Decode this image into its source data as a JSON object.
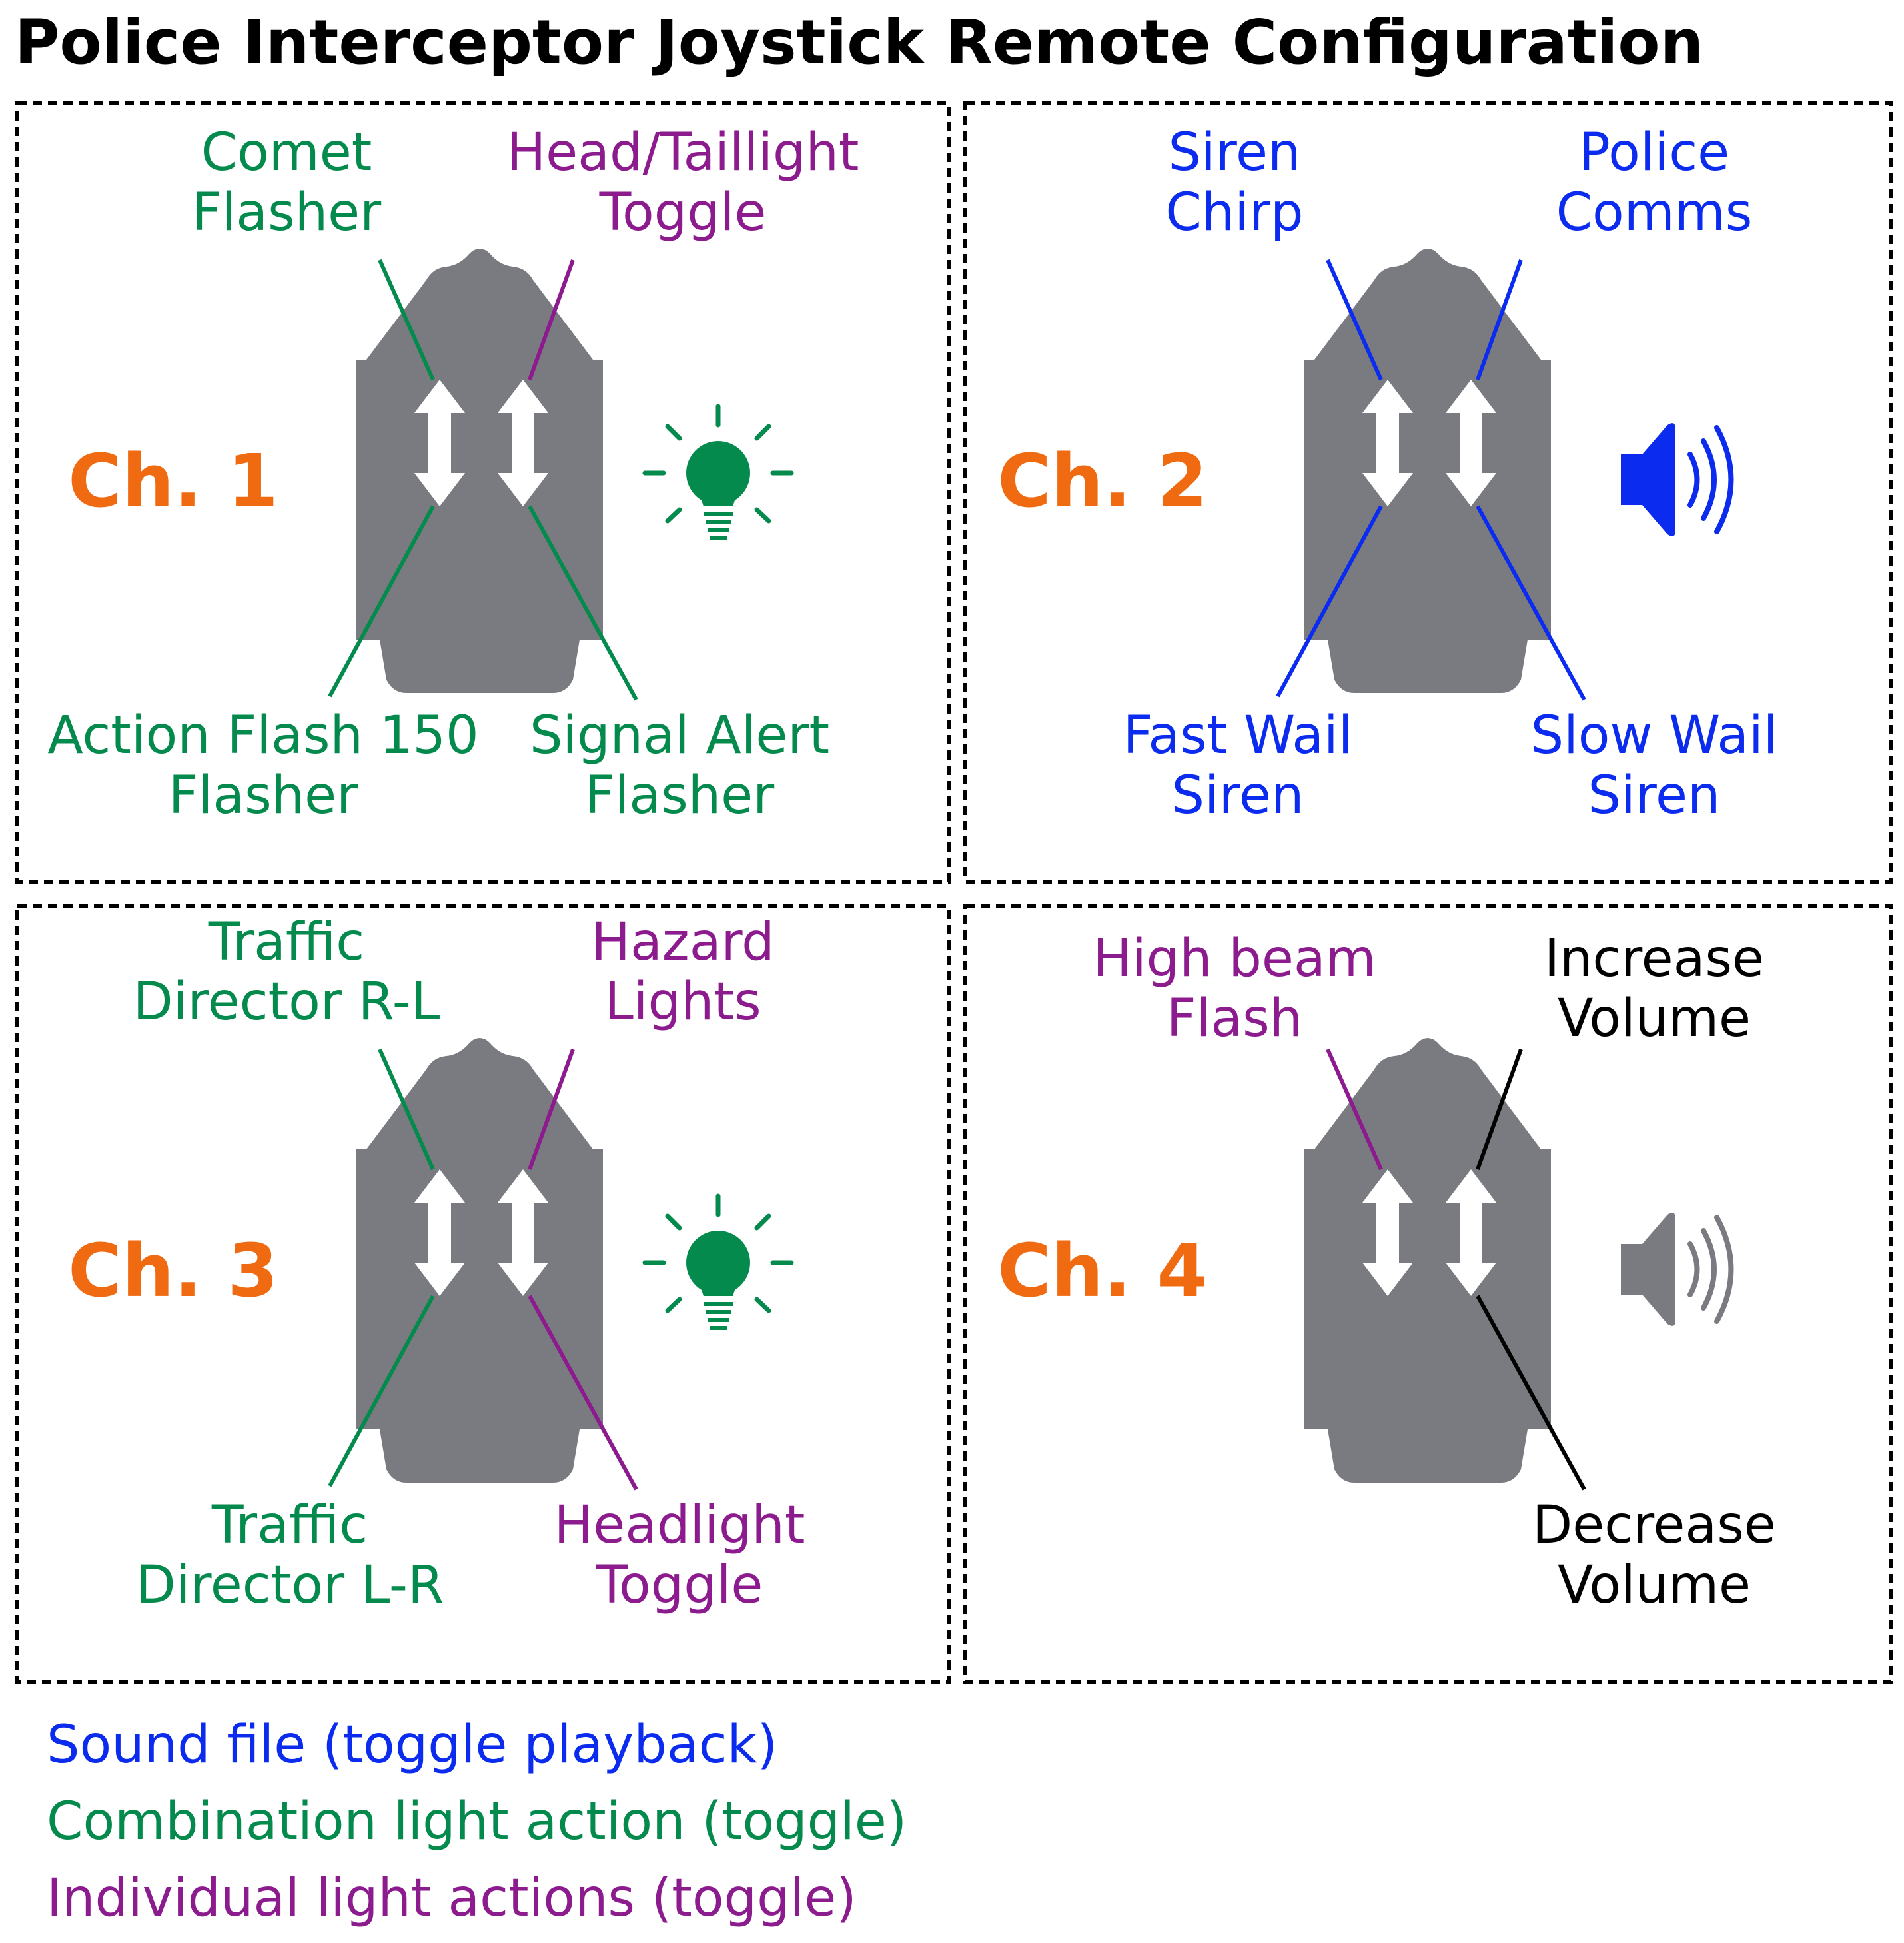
{
  "title": "Police Interceptor Joystick Remote Configuration",
  "colors": {
    "sound": "#0b2bef",
    "combo": "#058a4e",
    "individual": "#8c1b8e",
    "channel": "#f06a12",
    "other": "#000000",
    "remote": "#797b80",
    "muted_icon": "#7a7b80"
  },
  "panels": [
    {
      "channel": "Ch. 1",
      "icon": "lightbulb-icon",
      "icon_color": "combo",
      "top_left": {
        "lines": [
          "Comet",
          "Flasher"
        ],
        "color": "combo"
      },
      "top_right": {
        "lines": [
          "Head/Taillight",
          "Toggle"
        ],
        "color": "individual"
      },
      "bottom_left": {
        "lines": [
          "Action Flash 150",
          "Flasher"
        ],
        "color": "combo"
      },
      "bottom_right": {
        "lines": [
          "Signal Alert",
          "Flasher"
        ],
        "color": "combo"
      }
    },
    {
      "channel": "Ch. 2",
      "icon": "speaker-icon",
      "icon_color": "sound",
      "top_left": {
        "lines": [
          "Siren",
          "Chirp"
        ],
        "color": "sound"
      },
      "top_right": {
        "lines": [
          "Police",
          "Comms"
        ],
        "color": "sound"
      },
      "bottom_left": {
        "lines": [
          "Fast Wail",
          "Siren"
        ],
        "color": "sound"
      },
      "bottom_right": {
        "lines": [
          "Slow Wail",
          "Siren"
        ],
        "color": "sound"
      }
    },
    {
      "channel": "Ch. 3",
      "icon": "lightbulb-icon",
      "icon_color": "combo",
      "top_left": {
        "lines": [
          "Traffic",
          "Director R-L"
        ],
        "color": "combo"
      },
      "top_right": {
        "lines": [
          "Hazard",
          "Lights"
        ],
        "color": "individual"
      },
      "bottom_left": {
        "lines": [
          "Traffic",
          "Director L-R"
        ],
        "color": "combo"
      },
      "bottom_right": {
        "lines": [
          "Headlight",
          "Toggle"
        ],
        "color": "individual"
      }
    },
    {
      "channel": "Ch. 4",
      "icon": "speaker-icon",
      "icon_color": "muted_icon",
      "top_left": {
        "lines": [
          "High beam",
          "Flash"
        ],
        "color": "individual"
      },
      "top_right": {
        "lines": [
          "Increase",
          "Volume"
        ],
        "color": "other"
      },
      "bottom_left": null,
      "bottom_right": {
        "lines": [
          "Decrease",
          "Volume"
        ],
        "color": "other"
      }
    }
  ],
  "legend": [
    {
      "text": "Sound file (toggle playback)",
      "color": "sound"
    },
    {
      "text": "Combination light action (toggle)",
      "color": "combo"
    },
    {
      "text": "Individual light actions (toggle)",
      "color": "individual"
    }
  ]
}
